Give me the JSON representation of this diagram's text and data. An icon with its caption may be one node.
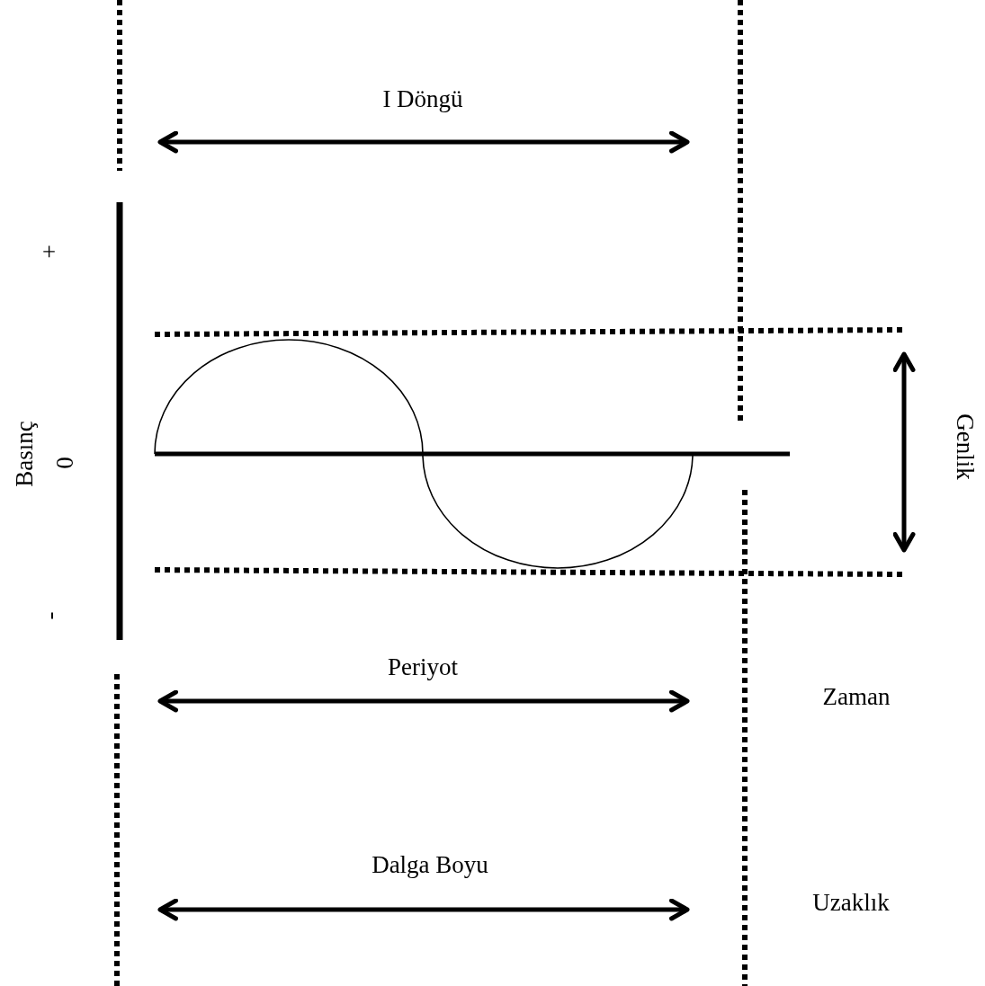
{
  "diagram": {
    "labels": [
      "I Döngü",
      "+",
      "Basınç",
      "0",
      "Genlik",
      "-",
      "Periyot",
      "Zaman",
      "Dalga Boyu",
      "Uzaklık"
    ]
  }
}
